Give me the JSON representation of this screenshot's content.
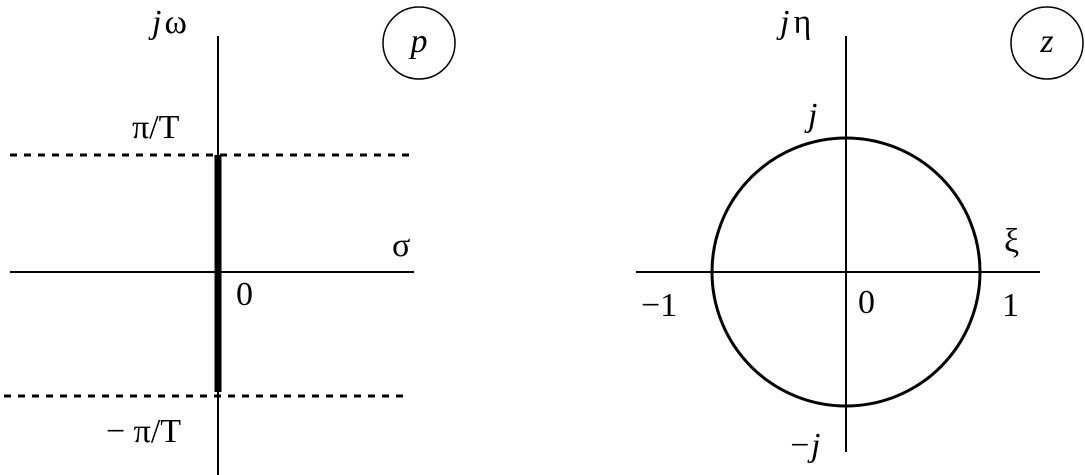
{
  "p_plane": {
    "badge": "p",
    "vertical_axis_label_j": "j",
    "vertical_axis_label_sym": "ω",
    "horizontal_axis_label": "σ",
    "origin_label": "0",
    "upper_bound_label": "π/T",
    "lower_bound_label": "− π/T"
  },
  "z_plane": {
    "badge": "z",
    "vertical_axis_label_j": "j",
    "vertical_axis_label_sym": "η",
    "horizontal_axis_label": "ξ",
    "origin_label": "0",
    "top_label": "j",
    "bottom_label": "−j",
    "left_label": "−1",
    "right_label": "1"
  }
}
